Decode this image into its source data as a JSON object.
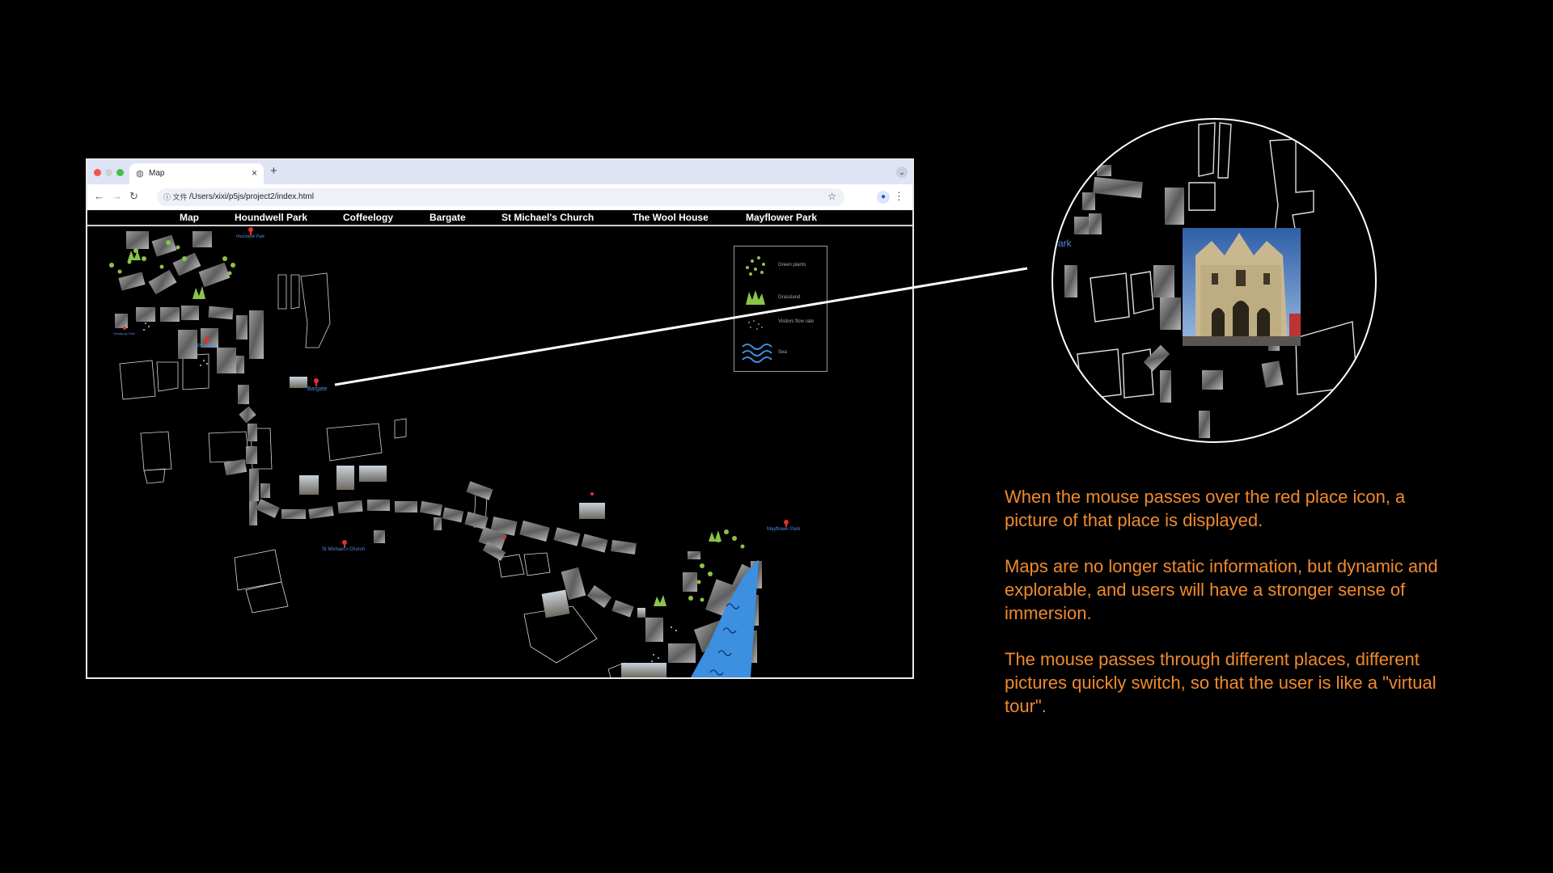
{
  "browser": {
    "tab_title": "Map",
    "new_tab_label": "+",
    "url_prefix": "ⓘ 文件",
    "url": "/Users/xixi/p5js/project2/index.html"
  },
  "site_nav": {
    "items": [
      "Map",
      "Houndwell Park",
      "Coffeelogy",
      "Bargate",
      "St Michael's Church",
      "The Wool House",
      "Mayflower Park"
    ]
  },
  "map_places": {
    "houndwell": "Houndwell Park",
    "primark": "Primark",
    "bargate": "Bargate",
    "st_michaels": "St Michael's Church",
    "mayflower": "Mayflower Park",
    "westquay": "Westquay Park"
  },
  "legend": {
    "items": [
      "Green plants",
      "Grassland",
      "Visitors flow rate",
      "Sea"
    ]
  },
  "zoom": {
    "partial_label": "ark"
  },
  "notes": {
    "p1": "When the mouse passes over the red place icon, a picture of that place is displayed.",
    "p2": "Maps are no longer static information, but dynamic and explorable, and users will have a stronger sense of immersion.",
    "p3": "The mouse passes through different places, different pictures quickly switch, so that the user is like a \"virtual tour\"."
  },
  "colors": {
    "accent_orange": "#f08a2c",
    "pin_red": "#e0322c",
    "place_blue": "#4a8ee0",
    "plant_green": "#8bc34a",
    "sea_blue": "#3d8fe0"
  }
}
